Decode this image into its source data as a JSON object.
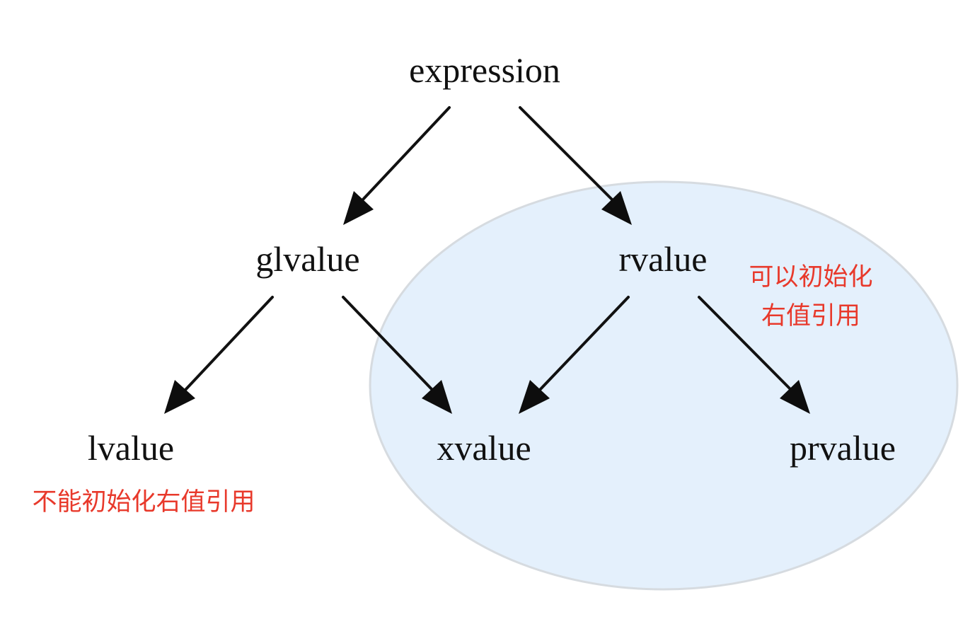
{
  "nodes": {
    "expression": "expression",
    "glvalue": "glvalue",
    "rvalue": "rvalue",
    "lvalue": "lvalue",
    "xvalue": "xvalue",
    "prvalue": "prvalue"
  },
  "edges": [
    {
      "from": "expression",
      "to": "glvalue"
    },
    {
      "from": "expression",
      "to": "rvalue"
    },
    {
      "from": "glvalue",
      "to": "lvalue"
    },
    {
      "from": "glvalue",
      "to": "xvalue"
    },
    {
      "from": "rvalue",
      "to": "xvalue"
    },
    {
      "from": "rvalue",
      "to": "prvalue"
    }
  ],
  "annotations": {
    "rvalue_note_line1": "可以初始化",
    "rvalue_note_line2": "右值引用",
    "lvalue_note": "不能初始化右值引用"
  },
  "colors": {
    "annotation": "#e8392b",
    "ellipse_fill": "#e4f0fc",
    "ellipse_stroke": "#d6dbe0",
    "text": "#111111"
  }
}
